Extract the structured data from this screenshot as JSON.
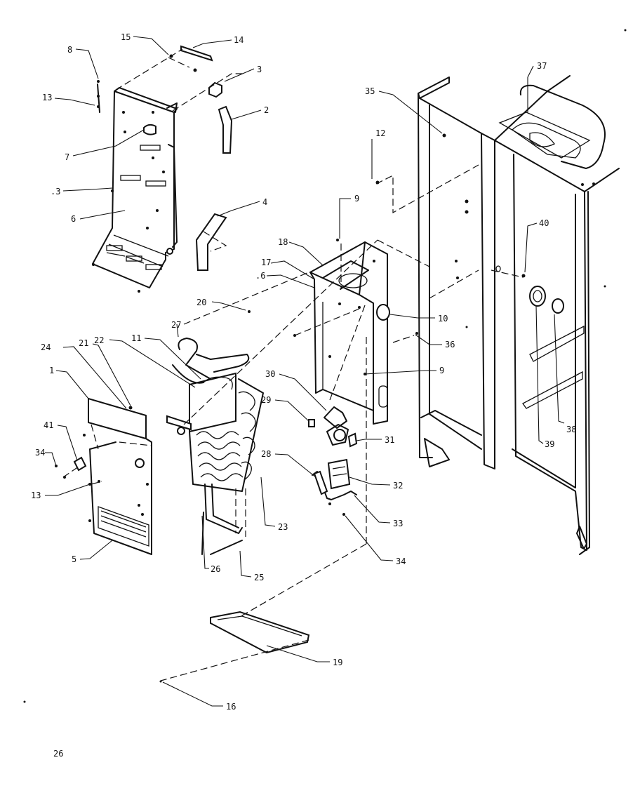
{
  "page_number": "26",
  "callouts": [
    {
      "id": "c15a",
      "text": "15"
    },
    {
      "id": "c14",
      "text": "14"
    },
    {
      "id": "c8",
      "text": "8"
    },
    {
      "id": "c3",
      "text": "3"
    },
    {
      "id": "c13a",
      "text": "13"
    },
    {
      "id": "c2",
      "text": "2"
    },
    {
      "id": "c7",
      "text": "7"
    },
    {
      "id": "c13b",
      "text": ".3"
    },
    {
      "id": "c6",
      "text": "6"
    },
    {
      "id": "c4",
      "text": "4"
    },
    {
      "id": "c35",
      "text": "35"
    },
    {
      "id": "c12",
      "text": "12"
    },
    {
      "id": "c37",
      "text": "37"
    },
    {
      "id": "c9a",
      "text": "9"
    },
    {
      "id": "c18",
      "text": "18"
    },
    {
      "id": "c17",
      "text": "17"
    },
    {
      "id": "c16a",
      "text": ".6"
    },
    {
      "id": "c40",
      "text": "40"
    },
    {
      "id": "c20",
      "text": "20"
    },
    {
      "id": "c10",
      "text": "10"
    },
    {
      "id": "c36",
      "text": "36"
    },
    {
      "id": "c27",
      "text": "27"
    },
    {
      "id": "c11",
      "text": "11"
    },
    {
      "id": "c22",
      "text": "22"
    },
    {
      "id": "c21",
      "text": "21"
    },
    {
      "id": "c24",
      "text": "24"
    },
    {
      "id": "c9b",
      "text": "9"
    },
    {
      "id": "c30",
      "text": "30"
    },
    {
      "id": "c1",
      "text": "1"
    },
    {
      "id": "c29",
      "text": "29"
    },
    {
      "id": "c41",
      "text": "41"
    },
    {
      "id": "c31",
      "text": "31"
    },
    {
      "id": "c34a",
      "text": "34"
    },
    {
      "id": "c38",
      "text": "38"
    },
    {
      "id": "c39",
      "text": "39"
    },
    {
      "id": "c28",
      "text": "28"
    },
    {
      "id": "c32",
      "text": "32"
    },
    {
      "id": "c13c",
      "text": "13"
    },
    {
      "id": "c23",
      "text": "23"
    },
    {
      "id": "c33",
      "text": "33"
    },
    {
      "id": "c5",
      "text": "5"
    },
    {
      "id": "c34b",
      "text": "34"
    },
    {
      "id": "c26",
      "text": "26"
    },
    {
      "id": "c25",
      "text": "25"
    },
    {
      "id": "c19",
      "text": "19"
    },
    {
      "id": "c16b",
      "text": "16"
    }
  ]
}
